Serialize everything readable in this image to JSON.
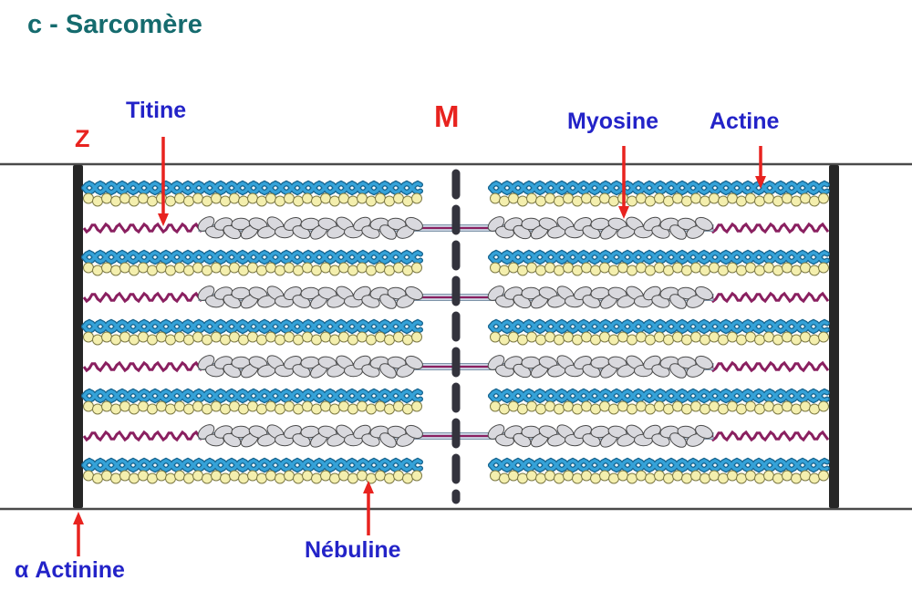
{
  "title": "c - Sarcomère",
  "labels": {
    "titine": "Titine",
    "z": "Z",
    "m": "M",
    "myosine": "Myosine",
    "actine": "Actine",
    "nebuline": "Nébuline",
    "alpha_actinine": "α Actinine"
  },
  "colors": {
    "title": "#156b6e",
    "label_blue": "#2323c8",
    "label_red": "#e8231f",
    "arrow_red": "#e8231f",
    "actin_blue": "#35a2d8",
    "actin_blue_dark": "#16648f",
    "bead_yellow": "#f4efae",
    "bead_outline": "#7d7a45",
    "myosin_gray": "#d9d9de",
    "myosin_outline": "#4a4a4a",
    "titin_purple": "#8a2060",
    "rod_fill": "#ccd6e4",
    "rod_edge": "#7d93a8",
    "z_line": "#262626",
    "m_line": "#33333d",
    "boundary": "#4a4a4a"
  }
}
